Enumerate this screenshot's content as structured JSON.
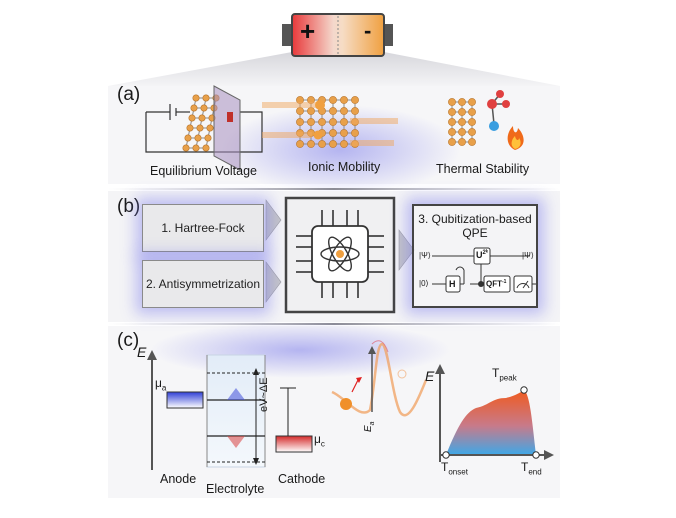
{
  "battery": {
    "plus": "+",
    "minus": "-"
  },
  "panel_a": {
    "tag": "(a)",
    "captions": [
      "Equilibrium Voltage",
      "Ionic Mobility",
      "Thermal Stability"
    ]
  },
  "panel_b": {
    "tag": "(b)",
    "step1": "1. Hartree-Fock",
    "step2": "2. Antisymmetrization",
    "step3_line1": "3. Qubitization-based",
    "step3_line2": "QPE",
    "circuit": {
      "ket_psi_in": "|Ψ⟩",
      "ket_psi_out": "|Ψ⟩",
      "ket_zero": "|0⟩",
      "u_gate": "U",
      "u_exp": "2ᵏ",
      "h_gate": "H",
      "qft_gate": "QFT",
      "qft_exp": "-1"
    }
  },
  "panel_c": {
    "tag": "(c)",
    "energy_axis": "E",
    "mu_a": "μ",
    "mu_a_sub": "a",
    "mu_c": "μ",
    "mu_c_sub": "c",
    "gap_label": "eV~ΔE",
    "anode": "Anode",
    "electrolyte": "Electrolyte",
    "cathode": "Cathode",
    "barrier_label": "E",
    "barrier_sub": "a",
    "thermal_axis": "E",
    "t_peak": "T",
    "t_peak_sub": "peak",
    "t_onset": "T",
    "t_onset_sub": "onset",
    "t_end": "T",
    "t_end_sub": "end"
  },
  "colors": {
    "glow": "#7f7fea",
    "atom_orange": "#e8a04a",
    "plate_purple": "#a78fbf",
    "anode_blue": "#2f3fd6",
    "cathode_red": "#d42a2a",
    "battery_red": "#e8383a",
    "battery_orange": "#f0a040"
  }
}
